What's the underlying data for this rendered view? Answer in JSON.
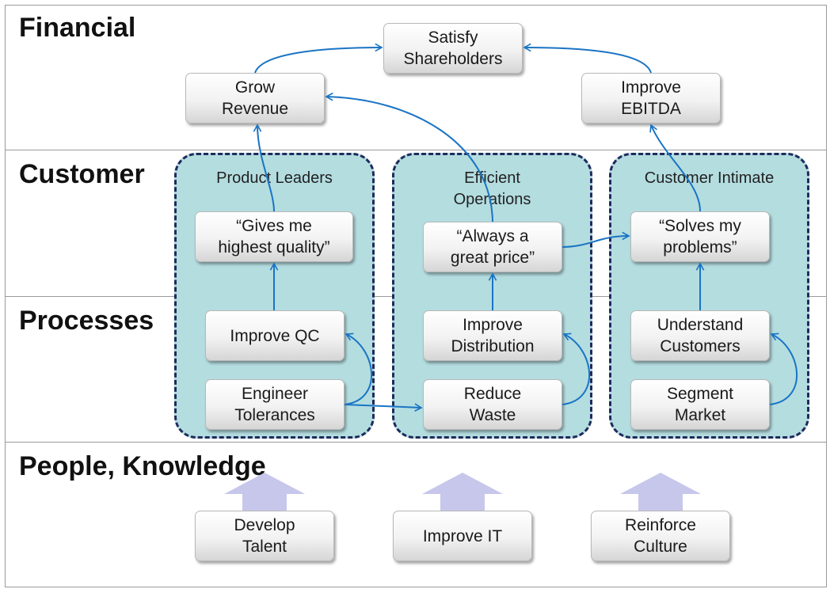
{
  "lanes": {
    "financial": "Financial",
    "customer": "Customer",
    "processes": "Processes",
    "people": "People, Knowledge"
  },
  "groups": {
    "product_leaders": "Product Leaders",
    "efficient_operations": "Efficient\nOperations",
    "customer_intimate": "Customer Intimate"
  },
  "nodes": {
    "satisfy_shareholders": "Satisfy\nShareholders",
    "grow_revenue": "Grow\nRevenue",
    "improve_ebitda": "Improve\nEBITDA",
    "gives_quality": "“Gives me\nhighest quality”",
    "great_price": "“Always a\ngreat price”",
    "solves_problems": "“Solves my\nproblems”",
    "improve_qc": "Improve QC",
    "engineer_tolerances": "Engineer\nTolerances",
    "improve_distribution": "Improve\nDistribution",
    "reduce_waste": "Reduce\nWaste",
    "understand_customers": "Understand\nCustomers",
    "segment_market": "Segment\nMarket",
    "develop_talent": "Develop\nTalent",
    "improve_it": "Improve IT",
    "reinforce_culture": "Reinforce\nCulture"
  },
  "colors": {
    "connector": "#1a74c4",
    "group_fill": "#b4dde0",
    "group_border": "#1f2a5c",
    "lane_line": "#9a9a9a",
    "support_arrow": "#c7c7ec"
  }
}
